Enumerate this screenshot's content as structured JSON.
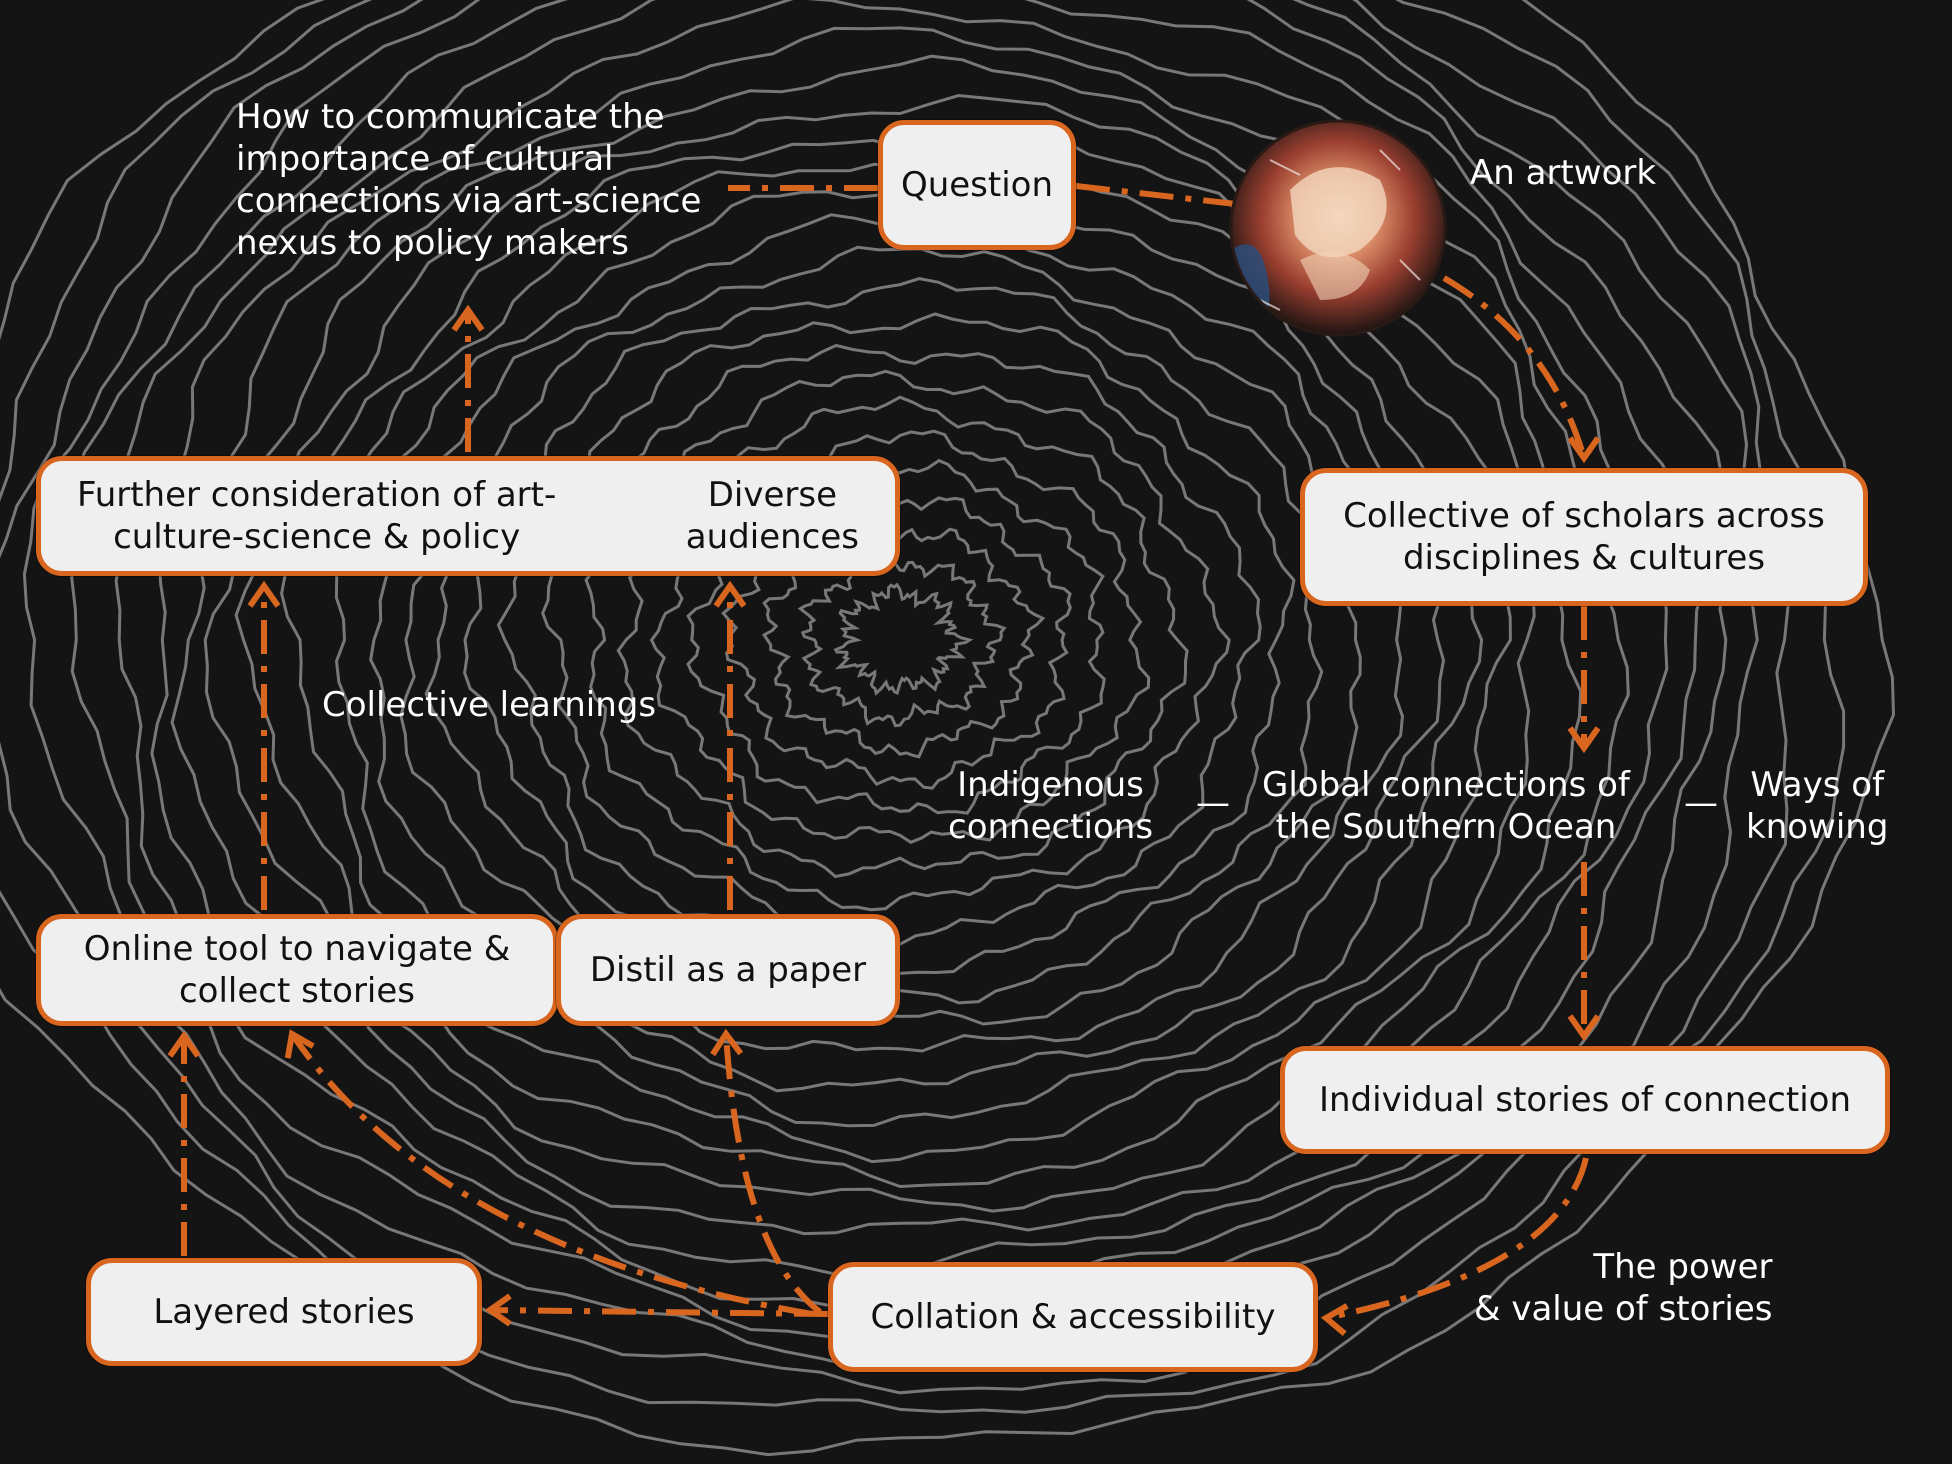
{
  "colors": {
    "background": "#141414",
    "rings": "#9a9a9a",
    "accent": "#d9661f",
    "box_fill": "#efefef",
    "text": "#ffffff"
  },
  "nodes": {
    "question": "Question",
    "collective_scholars": "Collective of scholars across\ndisciplines & cultures",
    "individual_stories": "Individual stories of connection",
    "collation": "Collation & accessibility",
    "layered_stories": "Layered stories",
    "online_tool": "Online tool to navigate &\ncollect stories",
    "distil_paper": "Distil as a paper",
    "further_consideration": "Further consideration of art-\nculture-science & policy",
    "diverse_audiences": "Diverse\naudiences"
  },
  "labels": {
    "communicate": "How to communicate the\nimportance of cultural\nconnections via art-science\nnexus to policy makers",
    "artwork": "An artwork",
    "indigenous": "Indigenous\nconnections",
    "global": "Global connections of\nthe Southern Ocean",
    "ways": "Ways of\nknowing",
    "dash": "—",
    "collective_learnings": "Collective learnings",
    "power_value": "The power\n& value of stories"
  },
  "icons": {
    "artwork": "artwork-circle-image",
    "background": "tree-ring-contours",
    "arrows": "dash-dot-arrow"
  }
}
